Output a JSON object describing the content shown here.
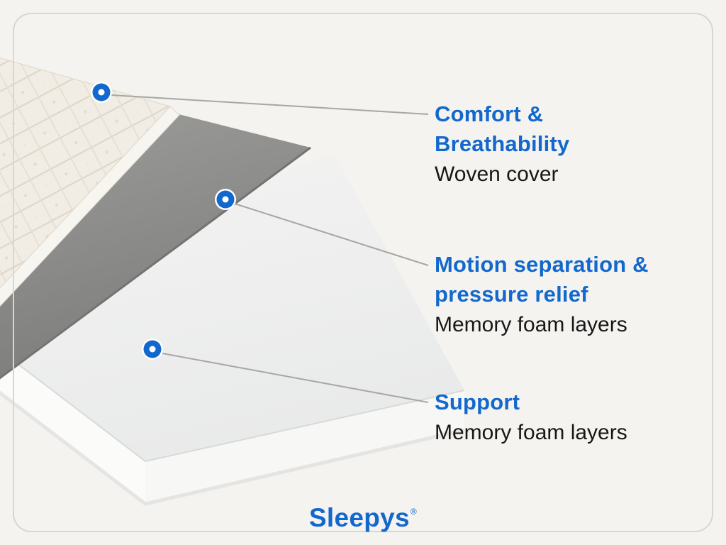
{
  "colors": {
    "accent_blue": "#1268cc",
    "text_dark": "#171717",
    "connector_gray": "#a6a6a4",
    "background": "#f5f3ef",
    "card_border": "#d8d6d1",
    "memory_foam_gray": "#8c8c8b",
    "support_foam_white": "#f2f2f1"
  },
  "callouts": [
    {
      "title_lines": [
        "Comfort &",
        "Breathability"
      ],
      "subtitle": "Woven cover"
    },
    {
      "title_lines": [
        "Motion separation &",
        "pressure relief"
      ],
      "subtitle": "Memory foam layers"
    },
    {
      "title_lines": [
        "Support"
      ],
      "subtitle": "Memory foam layers"
    }
  ],
  "illustration": {
    "layer_names": [
      "woven-cover",
      "memory-foam",
      "support-foam"
    ]
  },
  "brand": {
    "logo_text": "Sleepys",
    "registered_mark": "®"
  }
}
